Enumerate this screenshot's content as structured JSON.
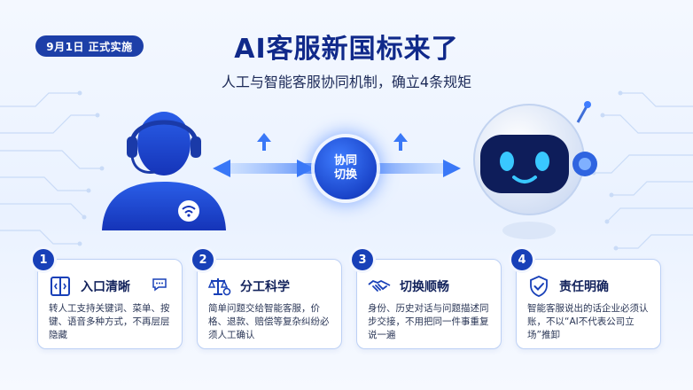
{
  "badge": "9月1日 正式实施",
  "title": "AI客服新国标来了",
  "subtitle": "人工与智能客服协同机制，确立4条规矩",
  "hub": {
    "line1": "协同",
    "line2": "切换"
  },
  "colors": {
    "primary": "#1840b8",
    "title": "#10298a",
    "accent": "#3f7dff"
  },
  "cards": [
    {
      "num": "1",
      "title": "入口清晰",
      "icon": "door-icon",
      "text": "转人工支持关键词、菜单、按键、语音多种方式，不再层层隐藏"
    },
    {
      "num": "2",
      "title": "分工科学",
      "icon": "scale-gear-icon",
      "text": "简单问题交给智能客服，价格、退款、赔偿等复杂纠纷必须人工确认"
    },
    {
      "num": "3",
      "title": "切换顺畅",
      "icon": "handshake-icon",
      "text": "身份、历史对话与问题描述同步交接，不用把同一件事重复说一遍"
    },
    {
      "num": "4",
      "title": "责任明确",
      "icon": "shield-check-icon",
      "text": "智能客服说出的话企业必须认账，不以“AI不代表公司立场”推卸"
    }
  ]
}
